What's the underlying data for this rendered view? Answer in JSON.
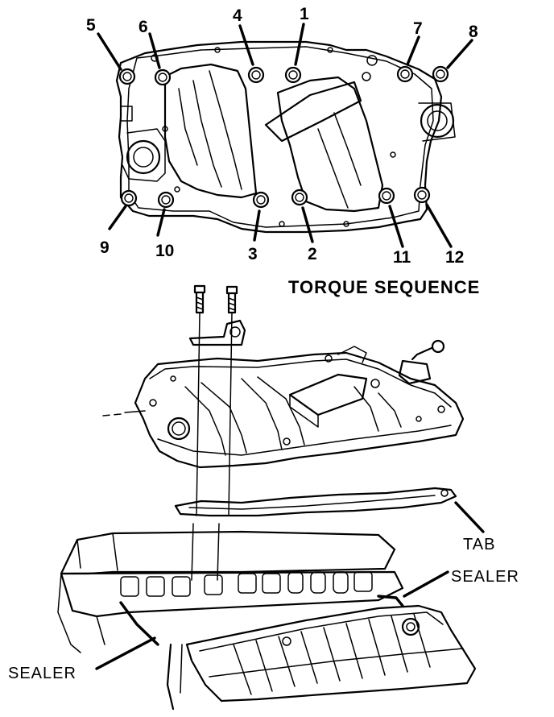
{
  "diagram": {
    "title": "TORQUE SEQUENCE",
    "sequence_numbers": [
      "1",
      "2",
      "3",
      "4",
      "5",
      "6",
      "7",
      "8",
      "9",
      "10",
      "11",
      "12"
    ],
    "labels": {
      "tab": "TAB",
      "sealer_right": "SEALER",
      "sealer_left": "SEALER"
    }
  }
}
